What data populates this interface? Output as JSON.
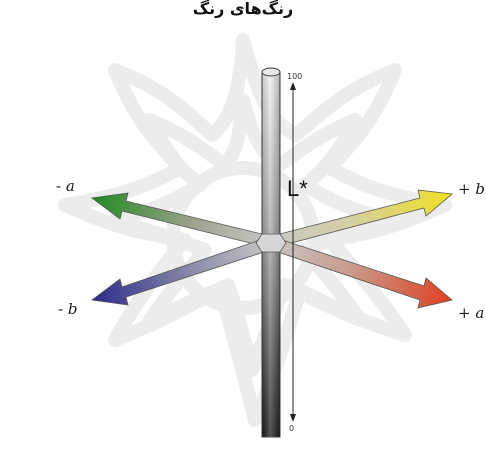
{
  "caption": "رنگ‌های رنگ",
  "axes": {
    "lightness": {
      "label": "L*",
      "top_value": "100",
      "bottom_value": "0",
      "top_color": "#f2f2f2",
      "bottom_color": "#1a1a1a"
    },
    "neg_a": {
      "label": "- a",
      "color": "#1f8a1f",
      "direction": "upper-left"
    },
    "pos_a": {
      "label": "+ a",
      "color": "#e0401f",
      "direction": "lower-right"
    },
    "neg_b": {
      "label": "- b",
      "color": "#2a2a8c",
      "direction": "lower-left"
    },
    "pos_b": {
      "label": "+ b",
      "color": "#f0e020",
      "direction": "upper-right"
    }
  },
  "watermark": {
    "color": "#ececec",
    "shape": "star-rosette"
  }
}
